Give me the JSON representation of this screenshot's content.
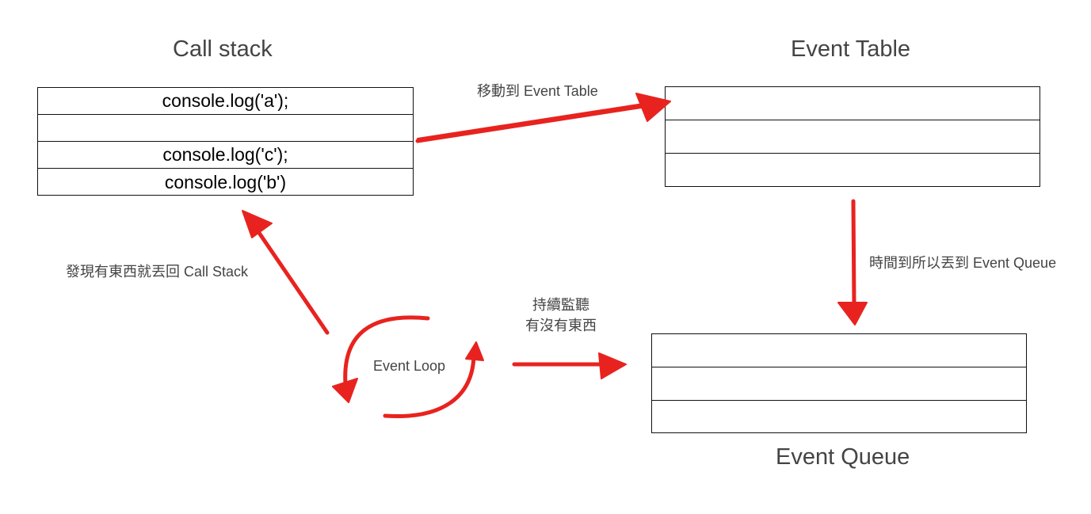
{
  "call_stack": {
    "title": "Call stack",
    "rows": [
      "console.log('a');",
      "",
      "console.log('c');",
      "console.log('b')"
    ]
  },
  "event_table": {
    "title": "Event Table",
    "rows": [
      "",
      "",
      ""
    ]
  },
  "event_queue": {
    "title": "Event Queue",
    "rows": [
      "",
      "",
      ""
    ]
  },
  "labels": {
    "move_to_table": "移動到 Event Table",
    "time_up": "時間到所以丟到 Event Queue",
    "back_to_stack": "發現有東西就丟回 Call Stack",
    "event_loop": "Event Loop",
    "monitor_line1": "持續監聽",
    "monitor_line2": "有沒有東西"
  },
  "colors": {
    "arrow": "#e8231f",
    "text": "#444444",
    "border": "#111111"
  }
}
